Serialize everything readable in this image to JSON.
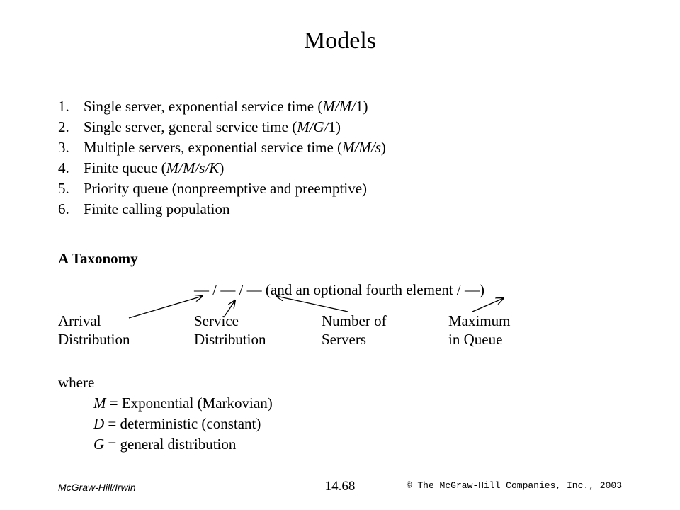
{
  "slide": {
    "title": "Models"
  },
  "models": {
    "items": [
      {
        "num": "1.",
        "text": "Single server, exponential service time (",
        "italic": "M/M/",
        "tail": "1)"
      },
      {
        "num": "2.",
        "text": "Single server, general service time (",
        "italic": "M/G/",
        "tail": "1)"
      },
      {
        "num": "3.",
        "text": "Multiple servers, exponential service time (",
        "italic": "M/M/s",
        "tail": ")"
      },
      {
        "num": "4.",
        "text": "Finite queue (",
        "italic": "M/M/s/K",
        "tail": ")"
      },
      {
        "num": "5.",
        "text": "Priority queue (nonpreemptive and preemptive)",
        "italic": "",
        "tail": ""
      },
      {
        "num": "6.",
        "text": "Finite calling population",
        "italic": "",
        "tail": ""
      }
    ]
  },
  "taxonomy": {
    "heading": "A Taxonomy",
    "notation": "— / — / — (and an optional fourth element / —)",
    "columns": [
      {
        "line1": "Arrival",
        "line2": "Distribution"
      },
      {
        "line1": "Service",
        "line2": "Distribution"
      },
      {
        "line1": "Number of",
        "line2": "Servers"
      },
      {
        "line1": "Maximum",
        "line2": "in Queue"
      }
    ]
  },
  "where": {
    "label": "where",
    "definitions": [
      {
        "symbol": "M",
        "text": " = Exponential (Markovian)"
      },
      {
        "symbol": "D",
        "text": " = deterministic (constant)"
      },
      {
        "symbol": "G",
        "text": " = general distribution"
      }
    ]
  },
  "footer": {
    "publisher": "McGraw-Hill/Irwin",
    "page": "14.68",
    "copyright": "© The McGraw-Hill Companies, Inc., 2003"
  }
}
